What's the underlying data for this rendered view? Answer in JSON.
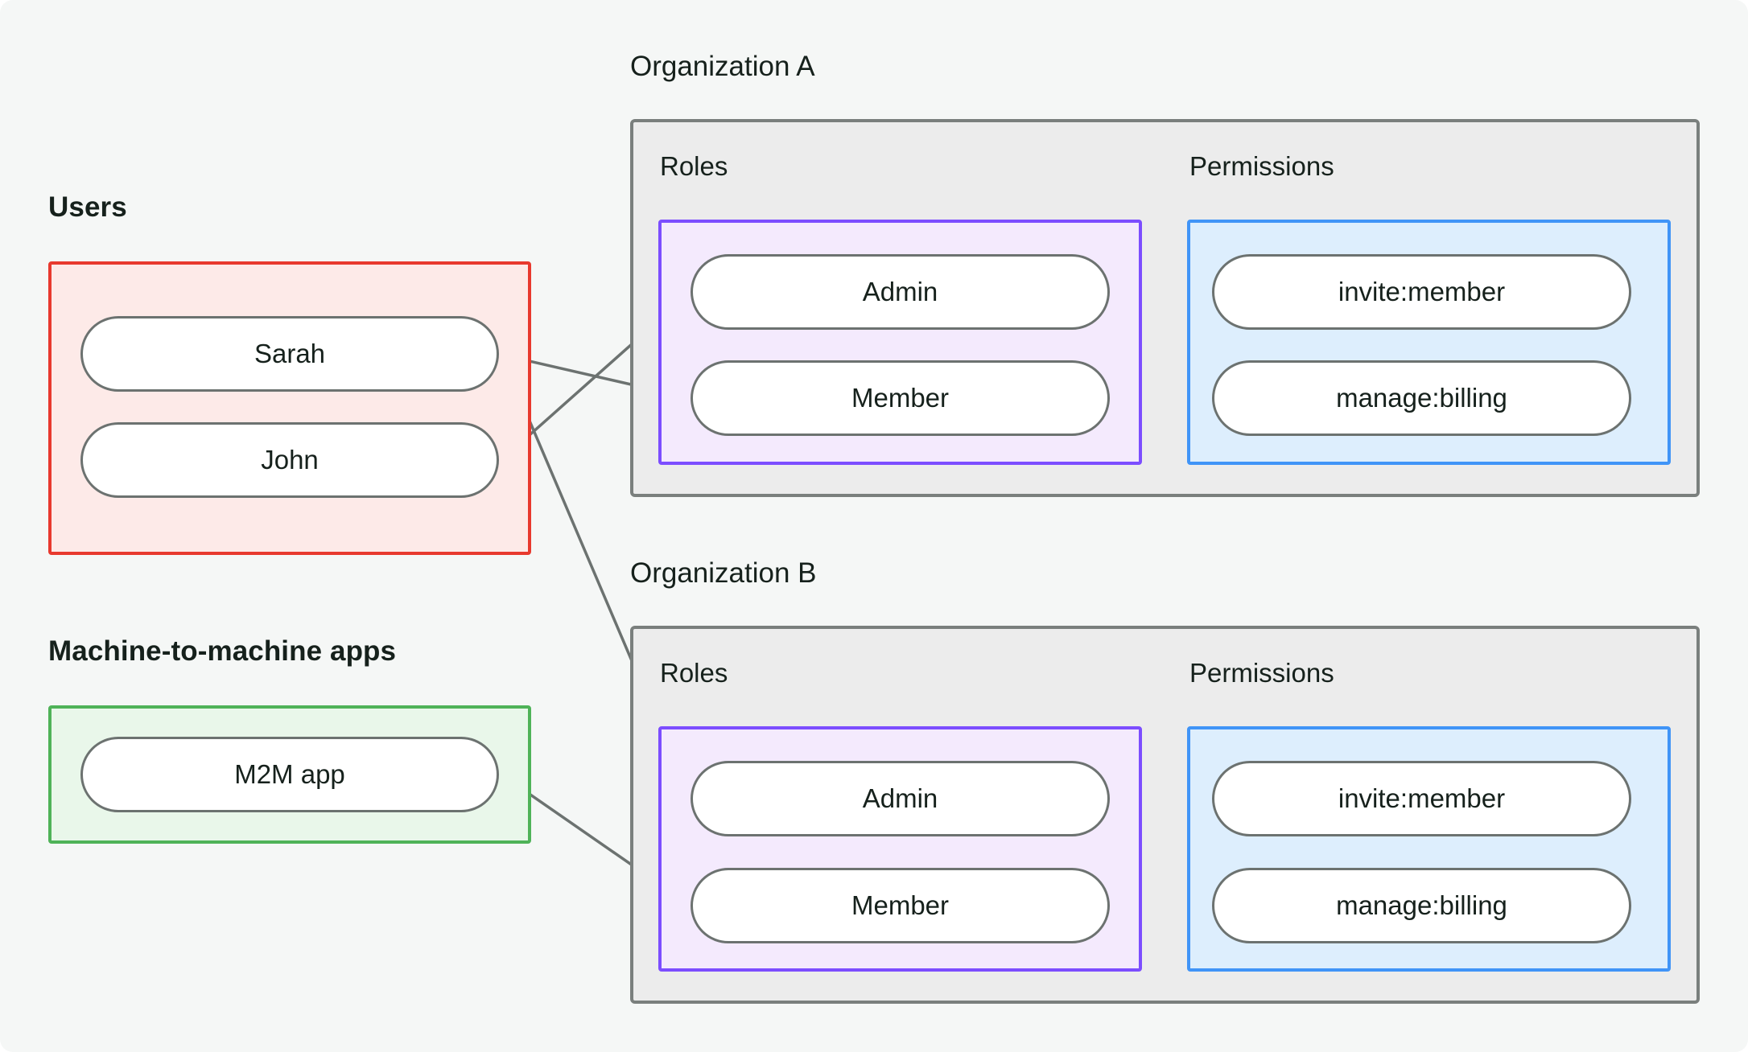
{
  "diagram": {
    "title_text_present": false,
    "background_color": "#f5f7f6",
    "groups": {
      "users": {
        "heading": "Users",
        "border_color": "#e8392e",
        "fill_color": "#fdeae8",
        "nodes": [
          {
            "label": "Sarah"
          },
          {
            "label": "John"
          }
        ]
      },
      "m2m": {
        "heading": "Machine-to-machine apps",
        "border_color": "#4fb358",
        "fill_color": "#e9f7ea",
        "nodes": [
          {
            "label": "M2M app"
          }
        ]
      },
      "org_a": {
        "heading": "Organization A",
        "border_color": "#7a7f7d",
        "fill_color": "#ececec",
        "roles_label": "Roles",
        "permissions_label": "Permissions",
        "roles_border_color": "#7c4dff",
        "roles_fill_color": "#f4eafd",
        "permissions_border_color": "#4094f7",
        "permissions_fill_color": "#ddeefd",
        "roles": [
          {
            "label": "Admin"
          },
          {
            "label": "Member"
          }
        ],
        "permissions": [
          {
            "label": "invite:member"
          },
          {
            "label": "manage:billing"
          }
        ]
      },
      "org_b": {
        "heading": "Organization B",
        "border_color": "#7a7f7d",
        "fill_color": "#ececec",
        "roles_label": "Roles",
        "permissions_label": "Permissions",
        "roles_border_color": "#7c4dff",
        "roles_fill_color": "#f4eafd",
        "permissions_border_color": "#4094f7",
        "permissions_fill_color": "#ddeefd",
        "roles": [
          {
            "label": "Admin"
          },
          {
            "label": "Member"
          }
        ],
        "permissions": [
          {
            "label": "invite:member"
          },
          {
            "label": "manage:billing"
          }
        ]
      }
    },
    "edges": [
      {
        "from": "Sarah",
        "to": "Organization A / Member"
      },
      {
        "from": "Sarah",
        "to": "Organization B / Admin"
      },
      {
        "from": "John",
        "to": "Organization A / Admin"
      },
      {
        "from": "M2M app",
        "to": "Organization B / Member"
      },
      {
        "from": "Organization A / Admin",
        "to": "Organization A / invite:member"
      },
      {
        "from": "Organization A / Admin",
        "to": "Organization A / manage:billing"
      },
      {
        "from": "Organization A / Member",
        "to": "Organization A / manage:billing"
      },
      {
        "from": "Organization B / Admin",
        "to": "Organization B / invite:member"
      },
      {
        "from": "Organization B / Admin",
        "to": "Organization B / manage:billing"
      },
      {
        "from": "Organization B / Member",
        "to": "Organization B / manage:billing"
      }
    ],
    "edge_color": "#6c7270",
    "node_border_color": "#6c7270",
    "node_fill_color": "#ffffff",
    "text_color": "#16211c"
  }
}
